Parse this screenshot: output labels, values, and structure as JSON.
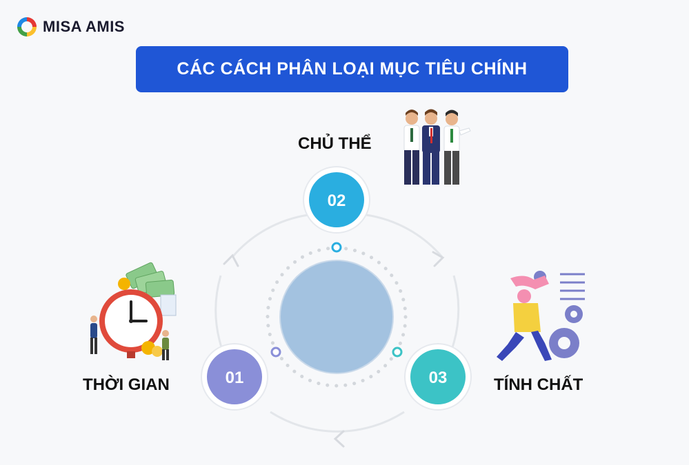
{
  "brand": {
    "name": "MISA AMIS"
  },
  "title": "CÁC CÁCH PHÂN LOẠI MỤC TIÊU CHÍNH",
  "nodes": [
    {
      "number": "01",
      "label": "THỜI GIAN",
      "color": "#8a8fd8"
    },
    {
      "number": "02",
      "label": "CHỦ THỂ",
      "color": "#2aaee0"
    },
    {
      "number": "03",
      "label": "TÍNH CHẤT",
      "color": "#3cc3c6"
    }
  ],
  "icons": {
    "top": "business-people-icon",
    "left": "clock-money-icon",
    "right": "gears-worker-icon"
  },
  "colors": {
    "title_bg": "#1f56d6",
    "center": "#a3c2e0",
    "ring": "#e3e6ea"
  }
}
